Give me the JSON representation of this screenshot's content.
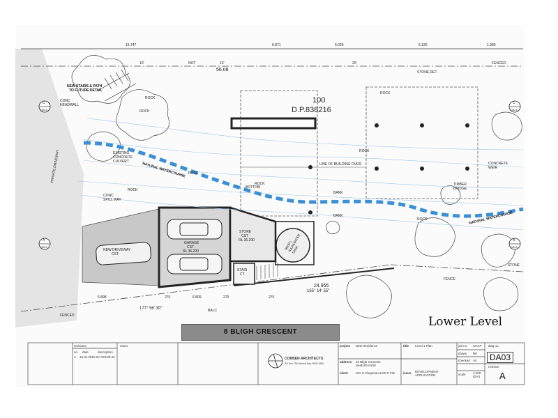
{
  "drawing": {
    "sheet_label": "Lower Level",
    "street_name": "8 BLIGH CRESCENT",
    "lot_number": "100",
    "dp_number": "D.P.838216",
    "boundary_labels": {
      "top_dims": [
        "15.747",
        "6.871",
        "6.029",
        "6.120",
        "1.980"
      ],
      "top_length": "56.08",
      "top_angles": [
        "NOT",
        "10'",
        "15'",
        "20'"
      ],
      "fenced_top": "FENCED",
      "bottom_length": "24.955",
      "bottom_bearing": "165° 14' 55\"",
      "left_bearing": "177° 56' 30\"",
      "fence_bottom": "FENCE",
      "fenced_bottom": "FENCED",
      "bottom_dims": [
        "6.898",
        "270",
        "6.809",
        "270",
        "270"
      ],
      "stone_ret": "STONE RET",
      "bal": "BALC"
    },
    "site_labels": {
      "new_stairs": "NEW STAIRS & PATH",
      "new_stairs_2": "TO FUTURE DETAIL",
      "conc_headwall": "CONC\nHEADWALL",
      "existing_culvert": "EXISTING\nCONCRETE\nCULVERT",
      "rock_labels": [
        "ROCK",
        "ROCK",
        "ROCK",
        "ROCK",
        "ROCK",
        "ROCK",
        "ROCK",
        "ROCK"
      ],
      "natural_watercourse_1": "NATURAL WATERCOURSE",
      "natural_watercourse_2": "NATURAL WATERCOURSE",
      "conc_spill_way": "CONC\nSPILL WAY",
      "line_of_building_over": "LINE OF BUILDING OVER",
      "timber_bridge": "TIMBER\nBRIDGE",
      "concrete_weir": "CONCRETE\nWEIR",
      "bottom_label": "BOTTOM",
      "bank_labels": [
        "BANK",
        "BANK"
      ],
      "private_driveway": "PRIVATE DRIVEWAY",
      "stone_label": "STONE",
      "new_driveway": "NEW DRIVEWAY",
      "new_driveway_sub": "CST",
      "garage": "GARAGE",
      "garage_sub": "CST",
      "garage_rl": "RL 36.200",
      "store": "STORE",
      "store_sub": "CST",
      "store_rl": "RL 36.200",
      "rainwater_tank": "9000 L\nRAINWATER\nTANK",
      "stair": "STAIR",
      "stair_sub": "CT",
      "sections": [
        {
          "id": "C",
          "sheet": "DA10"
        },
        {
          "id": "C",
          "sheet": "DA10"
        },
        {
          "id": "A",
          "sheet": "DA10"
        },
        {
          "id": "A",
          "sheet": "DA10"
        }
      ]
    }
  },
  "title_block": {
    "revisions_head": "revisions",
    "rev_cols": [
      "no.",
      "date",
      "description"
    ],
    "rev_row": [
      "A",
      "15.01.2010",
      "DA ISSUE 01"
    ],
    "notes_head": "notes",
    "firm": "CORBEN ARCHITECTS",
    "firm_addr": "PO Box 750 Neutral Bay NSW 2089",
    "project_label": "project",
    "project_value": "New Residence",
    "address_label": "address",
    "address_value": "10 Bligh Crescent\nSeaforth NSW",
    "client_label": "client",
    "client_value": "Mrs H Chapman & Mr P Fitz",
    "title_label": "title",
    "title_value": "Level 1 Plan",
    "issue_label": "issue",
    "issue_value": "DEVELOPMENT\nAPPLICATION",
    "job_label": "job no.",
    "job_value": "CHAP",
    "drawn_label": "drawn",
    "drawn_value": "RK",
    "checked_label": "checked",
    "checked_value": "AV",
    "scale_label": "scale",
    "scale_value": "1:100\n@A3",
    "dwg_label": "dwg no.",
    "dwg_value": "DA03",
    "revision_label": "revision",
    "revision_value": "A"
  },
  "colors": {
    "watercourse": "#3a8fd6",
    "linework": "#333333",
    "structure": "#222222",
    "hatch": "#c8c8c8",
    "street": "#8b8b8b"
  }
}
